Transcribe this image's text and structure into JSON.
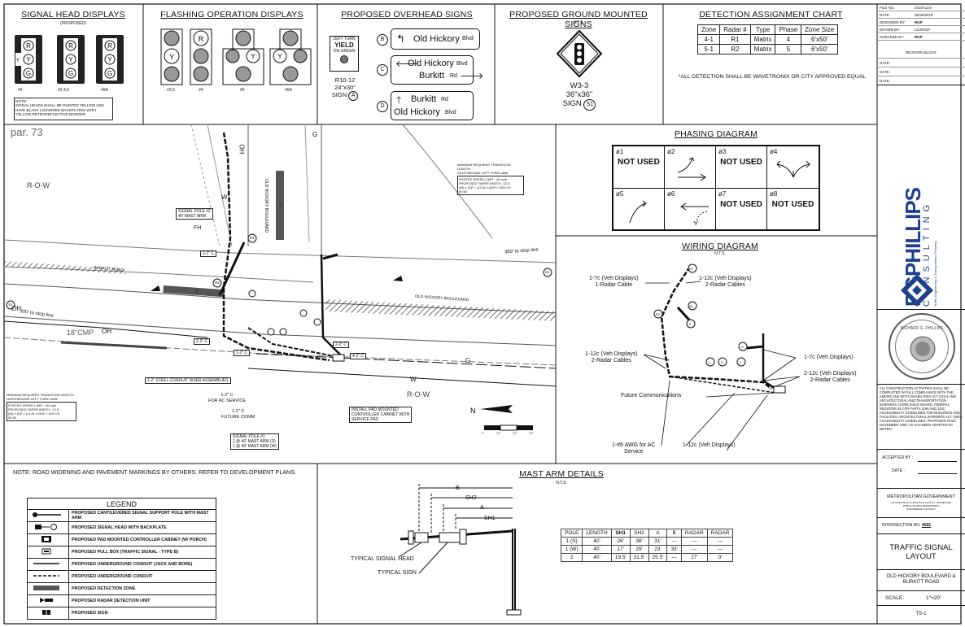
{
  "panels": {
    "signal_heads": {
      "title": "SIGNAL HEAD DISPLAYS",
      "sub": "(PROPOSED)",
      "labels": [
        "#5",
        "#2,4,6",
        "#6A"
      ],
      "note": "NOTE:\nSIGNAL HEADS SHALL BE PAINTED YELLOW AND HAVE BLACK LOUVERED BACKPLATES WITH YELLOW RETROREFLECTIVE BORDER."
    },
    "flashing": {
      "title": "FLASHING OPERATION DISPLAYS",
      "labels": [
        "#2,6",
        "#4",
        "#5",
        "#6A"
      ]
    },
    "overhead_signs": {
      "title": "PROPOSED OVERHEAD SIGNS",
      "r10": {
        "line1": "LEFT TURN",
        "line2": "YIELD",
        "line3": "ON GREEN",
        "code": "R10-12",
        "size": "24\"x30\"",
        "sign_label": "SIGN",
        "sign_letter": "A"
      },
      "b": {
        "letter": "B",
        "text": "Old Hickory",
        "suffix": "Blvd"
      },
      "c": {
        "letter": "C",
        "line1": "Old Hickory",
        "line1_suffix": "Blvd",
        "line2": "Burkitt",
        "line2_suffix": "Rd"
      },
      "d": {
        "letter": "D",
        "line1": "Burkitt",
        "line1_suffix": "Rd",
        "line2": "Old Hickory",
        "line2_suffix": "Blvd"
      }
    },
    "ground_signs": {
      "title": "PROPOSED GROUND MOUNTED SIGNS",
      "sub": "N.T.S.",
      "code": "W3-3",
      "size": "36\"x36\"",
      "sign_label": "SIGN",
      "sign_id": "S1"
    },
    "detection": {
      "title": "DETECTION ASSIGNMENT CHART",
      "headers": [
        "Zone",
        "Radar #",
        "Type",
        "Phase",
        "Zone Size"
      ],
      "rows": [
        [
          "4-1",
          "R1",
          "Matrix",
          "4",
          "6'x50'"
        ],
        [
          "5-1",
          "R2",
          "Matrix",
          "5",
          "6'x50'"
        ]
      ],
      "note": "*ALL DETECTION SHALL BE WAVETRONIX OR CITY APPROVED EQUAL"
    },
    "phasing": {
      "title": "PHASING DIAGRAM",
      "cells": [
        {
          "num": "ø1",
          "text": "NOT USED"
        },
        {
          "num": "ø2",
          "text": ""
        },
        {
          "num": "ø3",
          "text": "NOT USED"
        },
        {
          "num": "ø4",
          "text": ""
        },
        {
          "num": "ø5",
          "text": ""
        },
        {
          "num": "ø6",
          "text": ""
        },
        {
          "num": "ø7",
          "text": "NOT USED"
        },
        {
          "num": "ø8",
          "text": "NOT USED"
        }
      ]
    },
    "wiring": {
      "title": "WIRING DIAGRAM",
      "sub": "N.T.S.",
      "labels": [
        "1-7c (Veh Displays)",
        "1-Radar Cable",
        "1-12c (Veh Displays)",
        "2-Radar Cables",
        "1-12c (Veh Displays)",
        "2-Radar Cables",
        "1-7c (Veh Displays)",
        "2-12c (Veh Displays)",
        "2-Radar Cables",
        "Future Communications",
        "1-#6 AWG for AC",
        "Service",
        "1-12c (Veh Displays)"
      ],
      "nodes": [
        "R1",
        "R2",
        "6A",
        "5",
        "S",
        "4",
        "3",
        "2"
      ]
    },
    "plan": {
      "par": "par. 73",
      "row_labels": [
        "R-O-W",
        "R-O-W",
        "R-O-W"
      ],
      "roads": {
        "burkitt": "BURKITT ROAD",
        "old_hickory": "OLD HICKORY BOULEVARD",
        "old_hickory_vert": "OLD HICKORY BOULEVARD"
      },
      "callouts": [
        "SIGNAL POLE #2",
        "40' MAST ARM",
        "FH",
        "2-2\" C",
        "2-2\" C",
        "1-2\" C",
        "2-2\" C",
        "4-2\" C",
        "2-2\" STEEL CONDUIT RISER ASSEMBLIES",
        "1-2\" C",
        "FOR AC SERVICE",
        "1-2\" C",
        "FUTURE COMM",
        "SIGNAL POLE #1",
        "1 @ 40' MAST ARM (S)",
        "1 @ 40' MAST ARM (W)",
        "INSTALL PAD MOUNTED",
        "CONTROLLER CABINET WITH",
        "SERVICE PAD",
        "300' to stop line",
        "300' to stop line",
        "18\"CMP"
      ],
      "markers": [
        "OH",
        "OH",
        "OH",
        "G",
        "G",
        "W",
        "W",
        "S1",
        "S1",
        "R1",
        "R2",
        "1",
        "1"
      ],
      "taper_sb": {
        "l1": "MINIMUM REQUIRED TRANSITION LENGTH",
        "l2": "SOUTHBOUND LEFT TURN LANE",
        "l3": "POSTED SPEED LIMIT : 40 mph",
        "l4": "PROPOSED TAPER WIDTH : 12.0'",
        "l5": "(W) x (S)² = (12.0) x (40)² = 320.0 ft",
        "l6": "60          60"
      },
      "taper_nb": {
        "l1": "MINIMUM REQUIRED TRANSITION LENGTH",
        "l2": "NORTHBOUND LEFT TURN LANE",
        "l3": "POSTED SPEED LIMIT : 40 mph",
        "l4": "PROPOSED TAPER WIDTH : 12.0'",
        "l5": "(W) x (S)² = (12.0) x (40)² = 320.0 ft",
        "l6": "60          60"
      },
      "scale_ticks": [
        "0",
        "10",
        "20",
        "40"
      ]
    },
    "note_bottom": "NOTE: ROAD WIDENING AND PAVEMENT MARKINGS BY OTHERS. REFER TO DEVELOPMENT PLANS.",
    "legend": {
      "title": "LEGEND",
      "items": [
        "PROPOSED CANTILEVERED SIGNAL SUPPORT POLE WITH MAST ARM",
        "PROPOSED SIGNAL HEAD WITH BACKPLATE",
        "PROPOSED PAD MOUNTED CONTROLLER CABINET (W/ PORCH)",
        "PROPOSED PULL BOX (TRAFFIC SIGNAL - TYPE B)",
        "PROPOSED UNDERGROUND CONDUIT (JACK AND BORE)",
        "PROPOSED UNDERGROUND CONDUIT",
        "PROPOSED DETECTION ZONE",
        "PROPOSED RADAR DETECTION UNIT",
        "PROPOSED SIGN"
      ]
    },
    "mast_arm": {
      "title": "MAST ARM DETAILS",
      "sub": "N.T.S.",
      "dims": [
        "B",
        "SH2",
        "A",
        "SH1"
      ],
      "labels": [
        "TYPICAL SIGNAL HEAD",
        "TYPICAL SIGN"
      ],
      "headers": [
        "POLE",
        "LENGTH",
        "SH1",
        "SH2",
        "A",
        "B",
        "RADAR",
        "RADAR"
      ],
      "rows": [
        [
          "1 (S)",
          "40'",
          "26'",
          "36'",
          "31'",
          "---",
          "---",
          "---"
        ],
        [
          "1 (W)",
          "40'",
          "17'",
          "29'",
          "23'",
          "33'",
          "---",
          "---"
        ],
        [
          "2",
          "40'",
          "19.5'",
          "31.5'",
          "25.5'",
          "---",
          "27'",
          "0'"
        ]
      ]
    }
  },
  "title_block": {
    "rows": [
      {
        "k": "FILE NO.",
        "v": "2018-1104"
      },
      {
        "k": "DATE:",
        "v": "06/30/2019"
      },
      {
        "k": "DESIGNED BY:",
        "v": "RGP"
      },
      {
        "k": "DRAWN BY:",
        "v": "LDJ/RGP"
      },
      {
        "k": "CHECKED BY:",
        "v": "RGP"
      }
    ],
    "revision": "REVISION BLOCK",
    "date_rows": [
      "DATE:",
      "DATE:",
      "DATE:"
    ],
    "logo": {
      "main": "RGPHILLIPS",
      "sub": "CONSULTING",
      "tag": "Traffic Engineering & Transportation Planning"
    },
    "seal": "RICHARD G. PHILLIPS",
    "ada_note": "ALL CONSTRUCTION ACTIVITIES SHALL BE COMPLETED IN FULL COMPLIANCE WITH THE AMERICANS WITH DISABILITIES ACT (ADA) AND ARCHITECTURAL AND TRANSPORTATION BARRIERS COMPLIANCE BOARD, FEDERAL REGISTER 36 CFR PARTS 1190 AND 1191, ACCESSIBILITY GUIDELINES FOR BUILDINGS AND FACILITIES; ARCHITECTURAL BARRIERS ACT (ABA) ACCESSIBILITY GUIDELINES; PROPOSED RULE. NOVEMBER 1999, AS HAS BEEN ADOPTED BY METRO.",
    "accepted_by": "ACCEPTED BY :",
    "date_label": "DATE :",
    "metro": "METROPOLITAN GOVERNMENT",
    "metro_sub": "OF NASHVILLE & DAVIDSON COUNTY, TENNESSEE\nPUBLIC WORKS DEPARTMENT\nENGINEERING DIVISION",
    "intersection_label": "INTERSECTION NO.",
    "intersection_no": "4682",
    "sheet_title": "TRAFFIC SIGNAL LAYOUT",
    "location": "OLD HICKORY BOULEVARD & BURKITT ROAD",
    "scale_label": "SCALE:",
    "scale_value": "1\"=20'",
    "sheet_no": "TS-1"
  },
  "colors": {
    "line": "#111111",
    "hatch": "#333333",
    "road": "#777777",
    "logo_blue": "#1f3f8f"
  }
}
